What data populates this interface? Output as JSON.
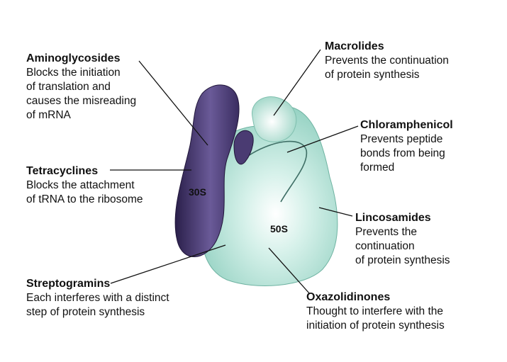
{
  "subunits": {
    "small": "30S",
    "large": "50S"
  },
  "colors": {
    "small_subunit": "#4a3b72",
    "large_subunit": "#a9dccf",
    "text": "#111111"
  },
  "labels": [
    {
      "id": "aminoglycosides",
      "title": "Aminoglycosides",
      "lines": [
        "Blocks the initiation",
        "of translation and",
        "causes the misreading",
        "of mRNA"
      ]
    },
    {
      "id": "tetracyclines",
      "title": "Tetracyclines",
      "lines": [
        "Blocks the attachment",
        "of tRNA to the ribosome"
      ]
    },
    {
      "id": "streptogramins",
      "title": "Streptogramins",
      "lines": [
        "Each interferes with a distinct",
        "step of protein synthesis"
      ]
    },
    {
      "id": "macrolides",
      "title": "Macrolides",
      "lines": [
        "Prevents the continuation",
        "of protein synthesis"
      ]
    },
    {
      "id": "chloramphenicol",
      "title": "Chloramphenicol",
      "lines": [
        "Prevents peptide",
        "bonds from being",
        "formed"
      ]
    },
    {
      "id": "lincosamides",
      "title": "Lincosamides",
      "lines": [
        "Prevents the",
        "continuation",
        "of protein synthesis"
      ]
    },
    {
      "id": "oxazolidinones",
      "title": "Oxazolidinones",
      "lines": [
        "Thought to interfere with the",
        "initiation of protein synthesis"
      ]
    }
  ]
}
